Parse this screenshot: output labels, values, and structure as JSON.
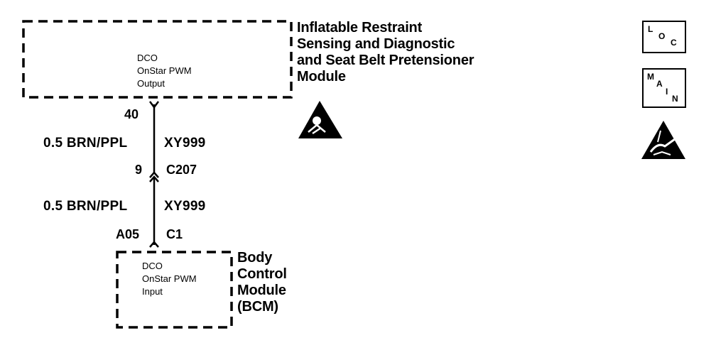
{
  "top_module": {
    "label_lines": [
      "Inflatable Restraint",
      "Sensing and Diagnostic",
      "and Seat Belt Pretensioner",
      "Module"
    ],
    "circuit_lines": [
      "DCO",
      "OnStar PWM",
      "Output"
    ]
  },
  "bottom_module": {
    "label_lines": [
      "Body",
      "Control",
      "Module",
      "(BCM)"
    ],
    "circuit_lines": [
      "DCO",
      "OnStar PWM",
      "Input"
    ]
  },
  "wire": {
    "pin_top": "40",
    "upper_gauge_color": "0.5 BRN/PPL",
    "upper_circuit": "XY999",
    "inline_pin": "9",
    "inline_connector": "C207",
    "lower_gauge_color": "0.5 BRN/PPL",
    "lower_circuit": "XY999",
    "pin_bottom": "A05",
    "bottom_connector": "C1"
  },
  "icons": {
    "loc": [
      "L",
      "O",
      "C"
    ],
    "main": [
      "M",
      "A",
      "I",
      "N"
    ]
  }
}
